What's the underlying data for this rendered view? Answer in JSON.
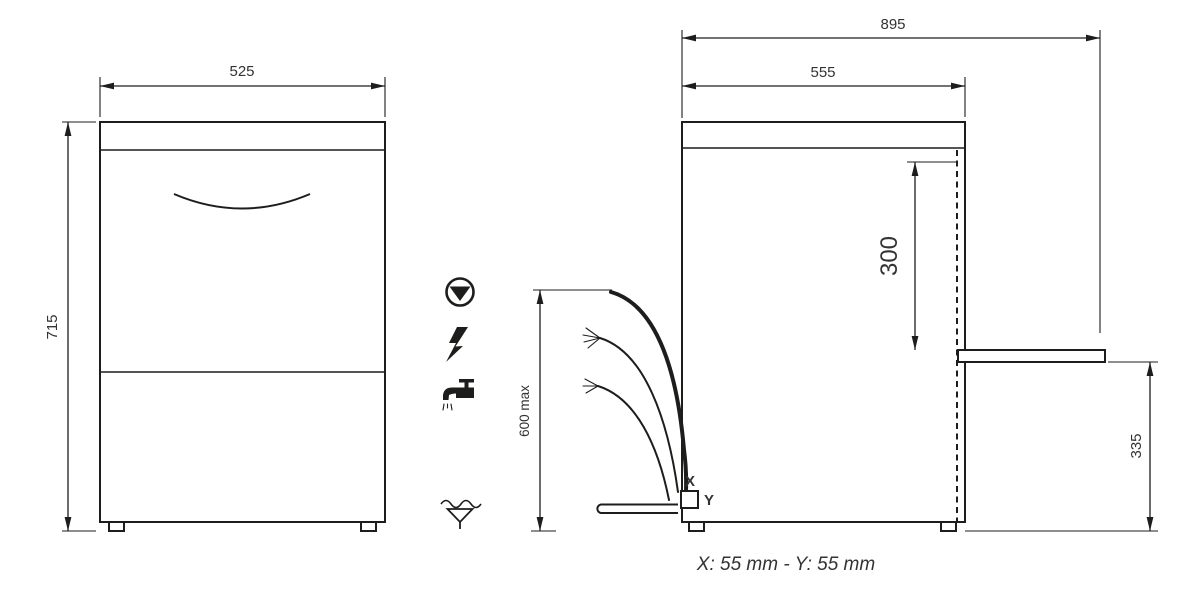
{
  "colors": {
    "line": "#1d1d1b",
    "text": "#333333",
    "background": "#ffffff"
  },
  "dims": {
    "front_width": "525",
    "front_height": "715",
    "overall_depth": "895",
    "body_depth": "555",
    "inlet_height": "300",
    "hose_max_height": "600 max",
    "drain_outlet_height": "335"
  },
  "labels": {
    "x": "X",
    "y": "Y"
  },
  "icons": [
    {
      "name": "drain-pump-icon"
    },
    {
      "name": "electrical-connection-icon"
    },
    {
      "name": "water-inlet-tap-icon"
    },
    {
      "name": "water-drain-icon"
    }
  ],
  "footnote": "X: 55 mm - Y: 55 mm"
}
